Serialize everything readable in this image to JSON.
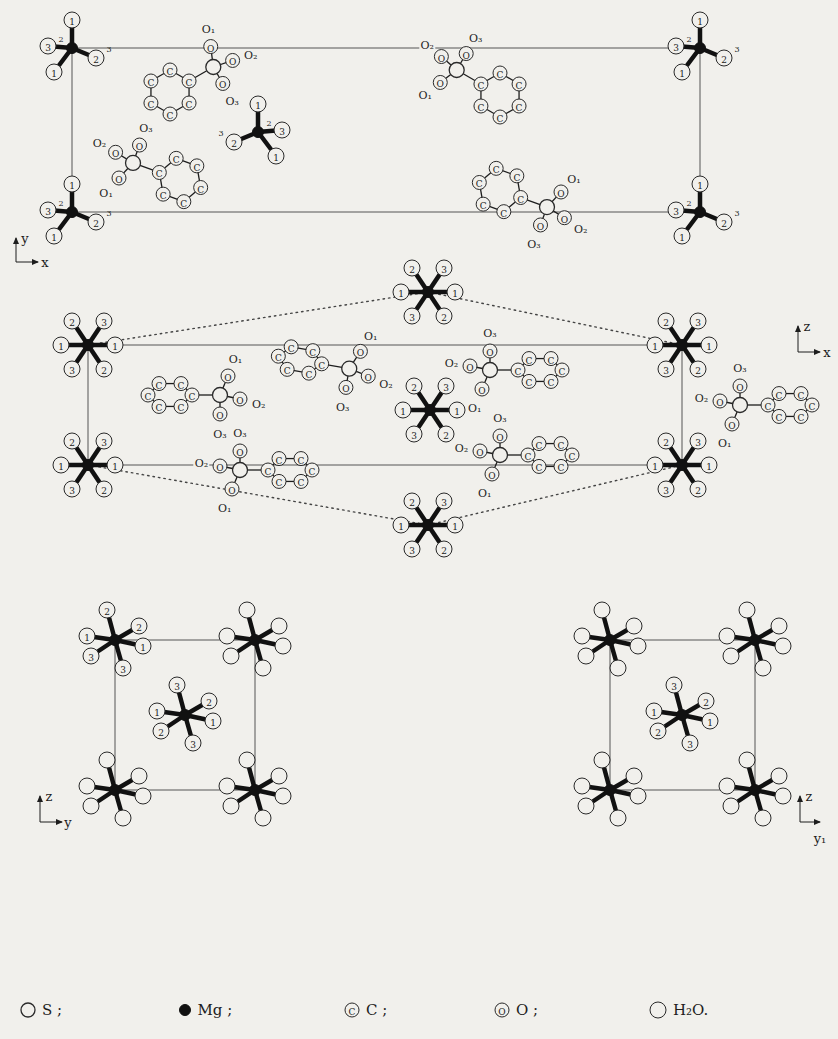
{
  "diagram": {
    "labels": [
      "1",
      "3",
      "2",
      "2",
      "3",
      "1",
      "1",
      "3",
      "2",
      "2",
      "3",
      "1",
      "1",
      "3",
      "2",
      "2",
      "3",
      "1",
      "1",
      "3",
      "2",
      "2",
      "3",
      "1",
      "1",
      "3",
      "2",
      "2",
      "3",
      "1",
      "C",
      "C",
      "C",
      "C",
      "C",
      "C",
      "O",
      "O",
      "O",
      "O₁",
      "O₂",
      "O₃",
      "C",
      "C",
      "C",
      "C",
      "C",
      "C",
      "O",
      "O",
      "O",
      "O₁",
      "O₂",
      "O₃",
      "C",
      "C",
      "C",
      "C",
      "C",
      "C",
      "O",
      "O",
      "O",
      "O₁",
      "O₂",
      "O₃",
      "C",
      "C",
      "C",
      "C",
      "C",
      "C",
      "O",
      "O",
      "O",
      "O₁",
      "O₂",
      "O₃",
      "y",
      "x",
      "2",
      "3",
      "1",
      "1",
      "3",
      "2",
      "2",
      "3",
      "1",
      "1",
      "3",
      "2",
      "2",
      "3",
      "1",
      "1",
      "3",
      "2",
      "2",
      "3",
      "1",
      "1",
      "3",
      "2",
      "2",
      "3",
      "1",
      "1",
      "3",
      "2",
      "2",
      "3",
      "1",
      "1",
      "3",
      "2",
      "2",
      "3",
      "1",
      "1",
      "3",
      "2",
      "C",
      "C",
      "C",
      "C",
      "C",
      "C",
      "O",
      "O",
      "O",
      "O₁",
      "O₂",
      "O₃",
      "C",
      "C",
      "C",
      "C",
      "C",
      "C",
      "O",
      "O",
      "O",
      "O₁",
      "O₂",
      "O₃",
      "C",
      "C",
      "C",
      "C",
      "C",
      "C",
      "O",
      "O",
      "O",
      "O₁",
      "O₂",
      "O₃",
      "C",
      "C",
      "C",
      "C",
      "C",
      "C",
      "O",
      "O",
      "O",
      "O₁",
      "O₂",
      "O₃",
      "C",
      "C",
      "C",
      "C",
      "C",
      "C",
      "O",
      "O",
      "O",
      "O₁",
      "O₂",
      "O₃",
      "C",
      "C",
      "C",
      "C",
      "C",
      "C",
      "O",
      "O",
      "O",
      "O₁",
      "O₂",
      "O₃",
      "z",
      "x",
      "2",
      "2",
      "1",
      "1",
      "3",
      "3",
      "3",
      "2",
      "1",
      "1",
      "2",
      "3",
      "z",
      "y",
      "3",
      "2",
      "1",
      "1",
      "2",
      "3",
      "z",
      "y₁",
      "C",
      "O"
    ],
    "legend": [
      {
        "text": "S ;"
      },
      {
        "text": "Mg ;"
      },
      {
        "text": "C ;"
      },
      {
        "text": "O ;"
      },
      {
        "text": "H₂O."
      }
    ]
  }
}
